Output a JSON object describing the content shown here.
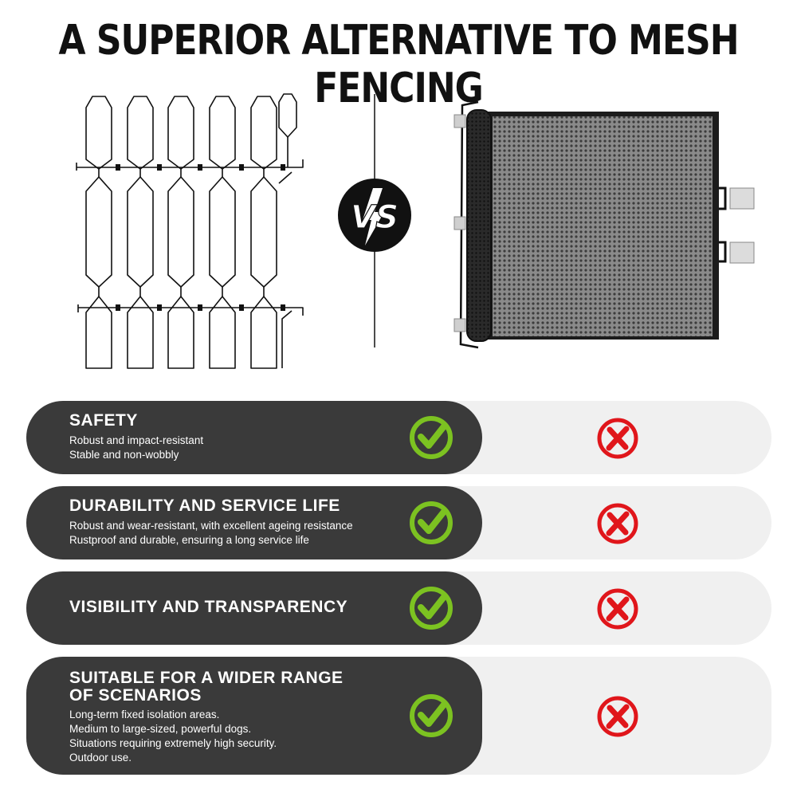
{
  "headline": "A SUPERIOR ALTERNATIVE TO MESH FENCING",
  "vs_label": "VS",
  "icons": {
    "check": "check-circle-icon",
    "cross": "x-circle-icon",
    "check_color": "#7cc221",
    "cross_color": "#e0161b"
  },
  "colors": {
    "dark_panel": "#3a3a3a",
    "light_panel": "#f0f0f0"
  },
  "rows": [
    {
      "title": "SAFETY",
      "desc": [
        "Robust and impact-resistant",
        "Stable and non-wobbly"
      ]
    },
    {
      "title": "DURABILITY AND SERVICE LIFE",
      "desc": [
        "Robust and wear-resistant, with excellent ageing resistance",
        "Rustproof and durable, ensuring a long service life"
      ]
    },
    {
      "title": "VISIBILITY AND TRANSPARENCY",
      "desc": []
    },
    {
      "title_lines": [
        "SUITABLE FOR A WIDER RANGE",
        "OF SCENARIOS"
      ],
      "desc": [
        "Long-term fixed isolation areas.",
        "Medium to large-sized, powerful dogs.",
        "Situations requiring extremely high security.",
        "Outdoor use."
      ]
    }
  ]
}
